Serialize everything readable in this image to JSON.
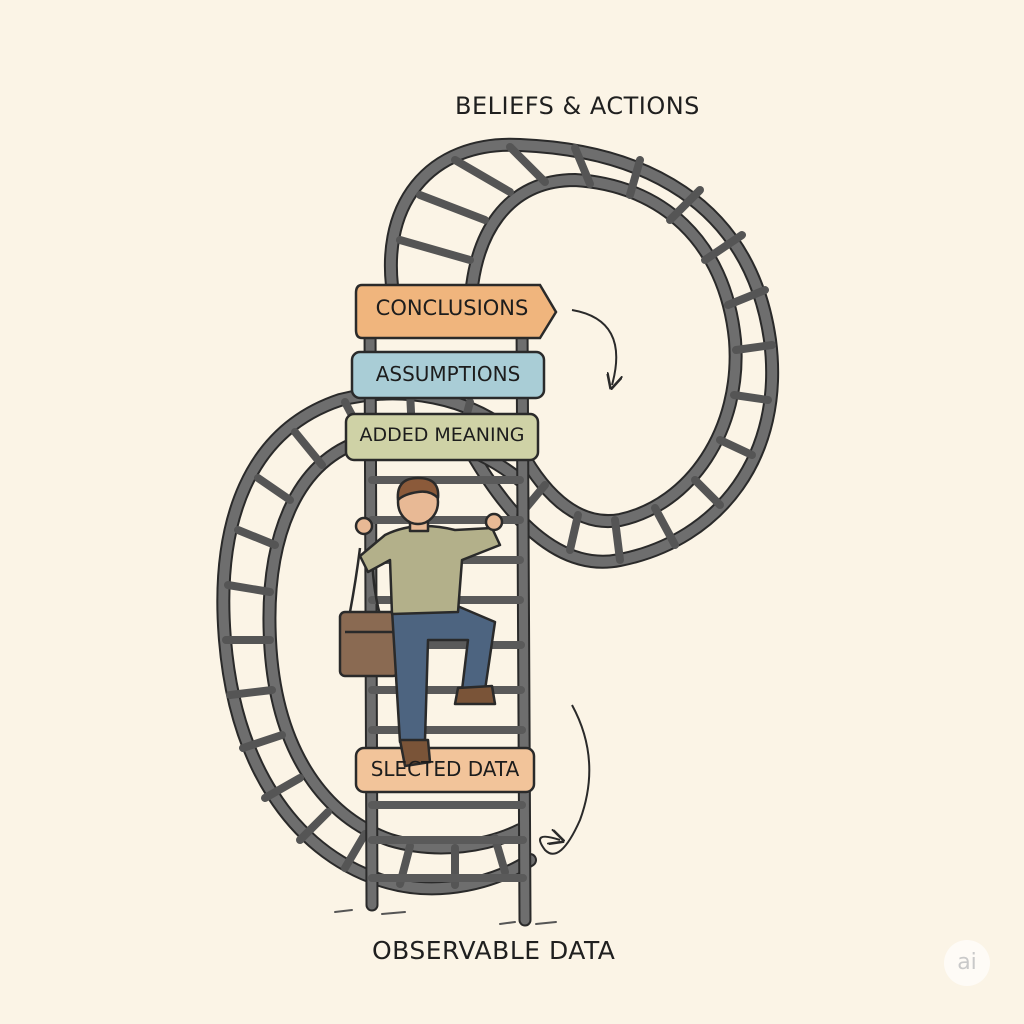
{
  "diagram": {
    "top_label": "BELIEFS & ACTIONS",
    "bottom_label": "OBSERVABLE DATA",
    "rungs": [
      {
        "id": "conclusions",
        "label": "CONCLUSIONS",
        "color": "#f0b57d"
      },
      {
        "id": "assumptions",
        "label": "ASSUMPTIONS",
        "color": "#a9cdd6"
      },
      {
        "id": "added-meaning",
        "label": "ADDED MEANING",
        "color": "#cfd2a6"
      },
      {
        "id": "selected-data",
        "label": "SLECTED DATA",
        "color": "#f2c49a"
      }
    ]
  },
  "colors": {
    "background": "#fbf4e6",
    "track": "#6e6e6e",
    "outline": "#2a2a2a",
    "sweater": "#b3b08a",
    "jeans": "#4d6480",
    "bag": "#8a6a52"
  },
  "watermark": "ai"
}
